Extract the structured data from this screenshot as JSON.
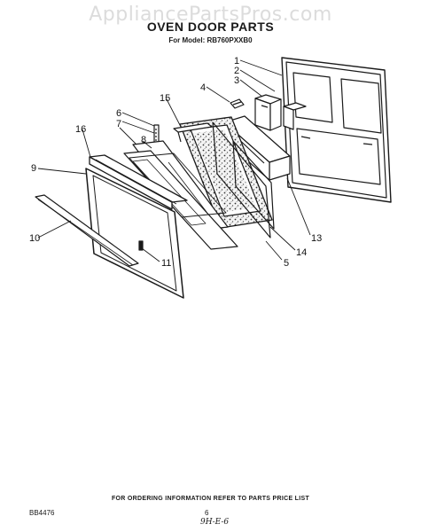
{
  "watermark": "AppliancePartsPros.com",
  "title": "OVEN DOOR PARTS",
  "model": "For Model: RB760PXXB0",
  "callouts": [
    "1",
    "2",
    "3",
    "4",
    "5",
    "6",
    "7",
    "8",
    "9",
    "10",
    "11",
    "13",
    "14",
    "15",
    "16"
  ],
  "footer": {
    "ordering_note": "FOR ORDERING INFORMATION REFER TO PARTS PRICE LIST",
    "code": "BB4476",
    "page": "6",
    "handwritten": "9H-E-6"
  }
}
